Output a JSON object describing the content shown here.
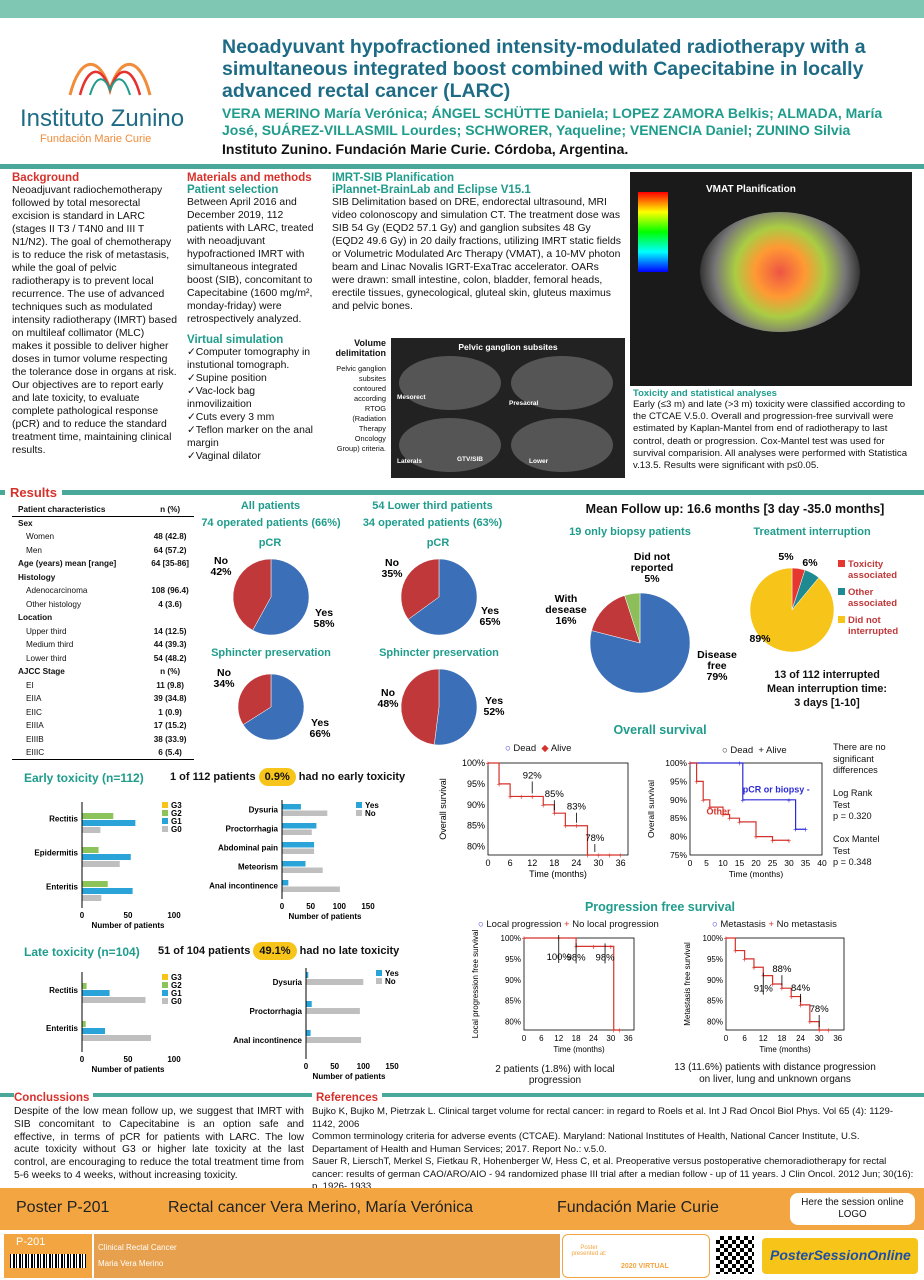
{
  "header": {
    "logo_main": "Instituto Zunino",
    "logo_sub": "Fundación Marie Curie",
    "title": "Neoadyuvant hypofractioned intensity-modulated radiotherapy with a simultaneous integrated boost combined with Capecitabine in locally advanced rectal cancer (LARC)",
    "authors": "VERA MERINO María Verónica; ÁNGEL SCHÜTTE Daniela; LOPEZ ZAMORA Belkis; ALMADA, María José, SUÁREZ-VILLASMIL Lourdes; SCHWORER, Yaqueline; VENENCIA Daniel; ZUNINO Silvia",
    "institution": "Instituto Zunino. Fundación Marie Curie. Córdoba, Argentina."
  },
  "background": {
    "heading": "Background",
    "text": "Neoadjuvant radiochemotherapy followed by total mesorectal excision is standard in LARC (stages II T3 / T4N0 and III T N1/N2). The goal of chemotherapy is to reduce the risk of metastasis, while the goal of pelvic radiotherapy is to prevent local recurrence. The use of advanced techniques such as modulated intensity radiotherapy (IMRT) based on multileaf collimator (MLC) makes it possible to deliver higher doses in tumor volume respecting the tolerance dose in organs at risk. Our objectives are to report early and late toxicity, to evaluate complete pathological response (pCR) and to reduce the standard treatment time, maintaining clinical results."
  },
  "methods": {
    "heading": "Materials and methods",
    "sub1": "Patient selection",
    "text1": "Between April 2016 and December 2019, 112 patients with LARC, treated with neoadjuvant hypofractioned IMRT with simultaneous integrated boost (SIB), concomitant to Capecitabine (1600 mg/m², monday-friday) were retrospectively analyzed.",
    "sub2": "Virtual simulation",
    "items": [
      "✓Computer tomography in instutional tomograph.",
      "✓Supine position",
      "✓Vac-lock bag inmovilizaition",
      "✓Cuts every 3 mm",
      "✓Teflon marker on the anal margin",
      "✓Vaginal dilator"
    ]
  },
  "imrt": {
    "heading1": "IMRT-SIB Planification",
    "heading2": "iPlannet-BrainLab and Eclipse V15.1",
    "text": "SIB Delimitation based on DRE, endorectal ultrasound, MRI video colonoscopy and simulation CT. The treatment dose was SIB 54 Gy (EQD2 57.1 Gy) and ganglion subsites 48 Gy (EQD2 49.6 Gy) in 20 daily fractions, utilizing IMRT static fields or Volumetric Modulated Arc Therapy (VMAT), a 10-MV photon beam and Linac Novalis IGRT-ExaTrac accelerator. OARs were drawn: small intestine, colon, bladder, femoral heads, erectile tissues, gynecological, gluteal skin, gluteus maximus and pelvic bones.",
    "vol_title": "Volume delimitation",
    "vol_text": "Pelvic ganglion subsites contoured according RTOG (Radiation Therapy Oncology Group) criteria.",
    "ct_title": "Pelvic ganglion subsites",
    "ct_labels": [
      "Mesorect",
      "Presacral",
      "Laterals",
      "GTV/SIB",
      "Lower"
    ],
    "vmat_title": "VMAT Planification"
  },
  "toxstat": {
    "heading": "Toxicity and statistical analyses",
    "text": "Early (≤3 m) and late (>3 m) toxicity were classified according to the CTCAE V.5.0. Overall and progression-free survivall were estimated by Kaplan-Mantel from end of radiotherapy to last control, death or progression. Cox-Mantel test was used for survival comparision. All analyses were performed with Statistica v.13.5. Results were significant with p≤0.05."
  },
  "results": {
    "heading": "Results",
    "table_head": [
      "Patient characteristics",
      "n (%)"
    ],
    "table_rows": [
      [
        "Sex",
        "",
        1
      ],
      [
        "Women",
        "48 (42.8)",
        0
      ],
      [
        "Men",
        "64 (57.2)",
        0
      ],
      [
        "Age (years) mean [range]",
        "64 [35-86]",
        1
      ],
      [
        "Histology",
        "",
        1
      ],
      [
        "Adenocarcinoma",
        "108 (96.4)",
        0
      ],
      [
        "Other histology",
        "4 (3.6)",
        0
      ],
      [
        "Location",
        "",
        1
      ],
      [
        "Upper third",
        "14 (12.5)",
        0
      ],
      [
        "Medium third",
        "44 (39.3)",
        0
      ],
      [
        "Lower third",
        "54 (48.2)",
        0
      ],
      [
        "AJCC Stage",
        "n (%)",
        1
      ],
      [
        "EI",
        "11 (9.8)",
        0
      ],
      [
        "EIIA",
        "39 (34.8)",
        0
      ],
      [
        "EIIC",
        "1 (0.9)",
        0
      ],
      [
        "EIIIA",
        "17 (15.2)",
        0
      ],
      [
        "EIIIB",
        "38 (33.9)",
        0
      ],
      [
        "EIIIC",
        "6 (5.4)",
        0
      ]
    ],
    "all_title1": "All patients",
    "all_title2": "74 operated patients (66%)",
    "lower_title1": "54 Lower third patients",
    "lower_title2": "34 operated patients (63%)",
    "pcr": "pCR",
    "sphincter": "Sphincter preservation",
    "followup": "Mean Follow up: 16.6 months  [3 day -35.0 months]",
    "biopsy_title": "19 only biopsy patients",
    "interrupt_title": "Treatment interruption",
    "interrupt_text1": "13 of 112 interrupted",
    "interrupt_text2": "Mean interruption time:",
    "interrupt_text3": "3 days [1-10]"
  },
  "chart_data": [
    {
      "type": "pie",
      "title": "pCR",
      "labels": [
        "Yes",
        "No"
      ],
      "values": [
        58,
        42
      ],
      "colors": [
        "#3b6fb8",
        "#c0383a"
      ]
    },
    {
      "type": "pie",
      "title": "pCR",
      "labels": [
        "Yes",
        "No"
      ],
      "values": [
        65,
        35
      ],
      "colors": [
        "#3b6fb8",
        "#c0383a"
      ]
    },
    {
      "type": "pie",
      "title": "Sphincter preservation",
      "labels": [
        "Yes",
        "No"
      ],
      "values": [
        66,
        34
      ],
      "colors": [
        "#3b6fb8",
        "#c0383a"
      ]
    },
    {
      "type": "pie",
      "title": "Sphincter preservation",
      "labels": [
        "Yes",
        "No"
      ],
      "values": [
        52,
        48
      ],
      "colors": [
        "#3b6fb8",
        "#c0383a"
      ]
    },
    {
      "type": "pie",
      "title": "19 only biopsy patients",
      "labels": [
        "Disease free",
        "With desease",
        "Did not reported"
      ],
      "values": [
        79,
        16,
        5
      ],
      "colors": [
        "#3b6fb8",
        "#c0383a",
        "#8cbf5a"
      ]
    },
    {
      "type": "pie",
      "title": "Treatment interruption",
      "labels": [
        "Toxicity associated",
        "Other associated",
        "Did not interrupted"
      ],
      "values": [
        5,
        6,
        89
      ],
      "colors": [
        "#e5372f",
        "#1f8a91",
        "#f7c51a"
      ]
    },
    {
      "type": "bar",
      "title": "Early toxicity (n=112)",
      "categories": [
        "Rectitis",
        "Epidermitis",
        "Enteritis"
      ],
      "series": [
        {
          "name": "G3",
          "values": [
            0,
            0,
            0
          ]
        },
        {
          "name": "G2",
          "values": [
            34,
            18,
            28
          ]
        },
        {
          "name": "G1",
          "values": [
            58,
            53,
            55
          ]
        },
        {
          "name": "G0",
          "values": [
            20,
            41,
            21
          ]
        }
      ],
      "xlim": [
        0,
        100
      ],
      "xlabel": "Number of patients"
    },
    {
      "type": "bar",
      "categories": [
        "Dysuria",
        "Proctorrhagia",
        "Abdominal pain",
        "Meteorism",
        "Anal incontinence"
      ],
      "series": [
        {
          "name": "Yes",
          "values": [
            33,
            60,
            56,
            41,
            11
          ]
        },
        {
          "name": "No",
          "values": [
            79,
            52,
            56,
            71,
            101
          ]
        }
      ],
      "xlim": [
        0,
        150
      ],
      "xlabel": "Number of patients"
    },
    {
      "type": "bar",
      "title": "Late toxicity (n=104)",
      "categories": [
        "Rectitis",
        "Enteritis"
      ],
      "series": [
        {
          "name": "G3",
          "values": [
            0,
            0
          ]
        },
        {
          "name": "G2",
          "values": [
            5,
            4
          ]
        },
        {
          "name": "G1",
          "values": [
            30,
            25
          ]
        },
        {
          "name": "G0",
          "values": [
            69,
            75
          ]
        }
      ],
      "xlim": [
        0,
        100
      ],
      "xlabel": "Number of patients"
    },
    {
      "type": "bar",
      "categories": [
        "Dysuria",
        "Proctorrhagia",
        "Anal incontinence"
      ],
      "series": [
        {
          "name": "Yes",
          "values": [
            4,
            10,
            8
          ]
        },
        {
          "name": "No",
          "values": [
            100,
            94,
            96
          ]
        }
      ],
      "xlim": [
        0,
        150
      ],
      "xlabel": "Number of patients"
    },
    {
      "type": "line",
      "title": "Overall survival",
      "xlabel": "Time (months)",
      "ylabel": "Overall survival",
      "x": [
        0,
        3,
        6,
        9,
        12,
        15,
        18,
        21,
        24,
        27,
        30,
        33,
        36
      ],
      "y": [
        100,
        95,
        92,
        92,
        92,
        90,
        88,
        85,
        85,
        78,
        78,
        78,
        78
      ],
      "xlim": [
        0,
        36
      ],
      "ylim": [
        78,
        100
      ],
      "annotations": [
        "92%",
        "85%",
        "83%",
        "78%"
      ]
    },
    {
      "type": "line",
      "xlabel": "Time (months)",
      "ylabel": "Overall survival",
      "xlim": [
        0,
        40
      ],
      "ylim": [
        75,
        100
      ],
      "series": [
        {
          "name": "pCR or biopsy -",
          "x": [
            0,
            15,
            16,
            30,
            32,
            35
          ],
          "y": [
            100,
            100,
            90,
            90,
            82,
            82
          ]
        },
        {
          "name": "Other",
          "x": [
            0,
            2,
            4,
            6,
            10,
            12,
            15,
            20,
            25,
            30
          ],
          "y": [
            100,
            95,
            90,
            88,
            86,
            85,
            84,
            80,
            79,
            79
          ]
        }
      ]
    },
    {
      "type": "line",
      "title": "Progression free survival",
      "xlabel": "Time (months)",
      "ylabel": "Local progression free survival",
      "xlim": [
        0,
        36
      ],
      "ylim": [
        78,
        100
      ],
      "x": [
        0,
        12,
        18,
        24,
        30,
        31,
        33
      ],
      "y": [
        100,
        100,
        98,
        98,
        98,
        78,
        78
      ],
      "annotations": [
        "100%",
        "98%",
        "98%"
      ]
    },
    {
      "type": "line",
      "xlabel": "Time (months)",
      "ylabel": "Metastasis free survival",
      "xlim": [
        0,
        36
      ],
      "ylim": [
        78,
        100
      ],
      "x": [
        0,
        3,
        6,
        9,
        12,
        15,
        18,
        21,
        24,
        27,
        30,
        33
      ],
      "y": [
        100,
        97,
        95,
        93,
        91,
        89,
        88,
        86,
        84,
        80,
        78,
        78
      ],
      "annotations": [
        "91%",
        "88%",
        "84%",
        "78%"
      ]
    }
  ],
  "tox": {
    "early_title": "Early toxicity (n=112)",
    "early_note_pre": "1 of 112 patients",
    "early_note_pct": "0.9%",
    "early_note_post": "had no early toxicity",
    "late_title": "Late toxicity (n=104)",
    "late_note_pre": "51 of 104 patients",
    "late_note_pct": "49.1%",
    "late_note_post": "had no late toxicity",
    "xlabel": "Number of patients"
  },
  "survival": {
    "os_title": "Overall survival",
    "legend_dead": "Dead",
    "legend_alive": "Alive",
    "legend_dead2": "Dead",
    "legend_alive2": "+ Alive",
    "pcr_label": "pCR or biopsy -",
    "other_label": "Other",
    "note": [
      "There are no",
      "significant",
      "differences",
      "",
      "Log Rank",
      "Test",
      "p = 0.320",
      "",
      "Cox Mantel",
      "Test",
      "p = 0.348"
    ],
    "pfs_title": "Progression free survival",
    "pfs_legend1": "Local progression",
    "pfs_legend1b": "No local progression",
    "pfs_legend2": "Metastasis",
    "pfs_legend2b": "No metastasis",
    "pfs_note1": "2 patients (1.8%) with local progression",
    "pfs_note2": "13 (11.6%) patients with distance progression on liver, lung and unknown organs"
  },
  "conclusions": {
    "heading": "Conclussions",
    "text": "Despite of the low mean follow up, we suggest that IMRT with SIB concomitant to Capecitabine is an option safe and effective, in terms of pCR for patients with LARC. The low acute toxicity without G3 or higher late toxicity at the last control, are encouraging to reduce the total treatment time from 5-6 weeks to 4 weeks, without increasing toxicity."
  },
  "references": {
    "heading": "References",
    "items": [
      "Bujko K, Bujko M, Pietrzak L. Clinical target volume for rectal cancer: in regard to Roels et al. Int J Rad Oncol Biol Phys. Vol 65 (4): 1129-1142, 2006",
      "Common terminology criteria for adverse events (CTCAE). Maryland: National Institutes of Health, National Cancer Institute, U.S. Departament of Health and Human Services; 2017. Report No.: v.5.0.",
      "Sauer R, LierschT, Merkel S, Fietkau R, Hohenberger W, Hess C, et al. Preoperative versus postoperative chemoradiotherapy for rectal cancer: results of german CAO/ARO/AIO - 94 randomized phase III trial after a median follow - up of 11 years. J Clin Oncol. 2012 Jun;  30(16): p. 1926- 1933."
    ]
  },
  "footer": {
    "poster": "Poster P-201",
    "topic": "Rectal cancer  Vera Merino, María Verónica",
    "org": "Fundación Marie Curie",
    "session_btn": "Here the session online LOGO",
    "code": "P-201",
    "track": "Clinical Rectal Cancer",
    "author": "Maria Vera Merino",
    "presented": "Poster presented at:",
    "congress": "2020 VIRTUAL",
    "brand": "PosterSessionOnline"
  },
  "colors": {
    "teal": "#1f9c8c",
    "red": "#d6322b",
    "navy": "#1e6b86",
    "orange": "#f2a541",
    "blue": "#3b6fb8"
  }
}
